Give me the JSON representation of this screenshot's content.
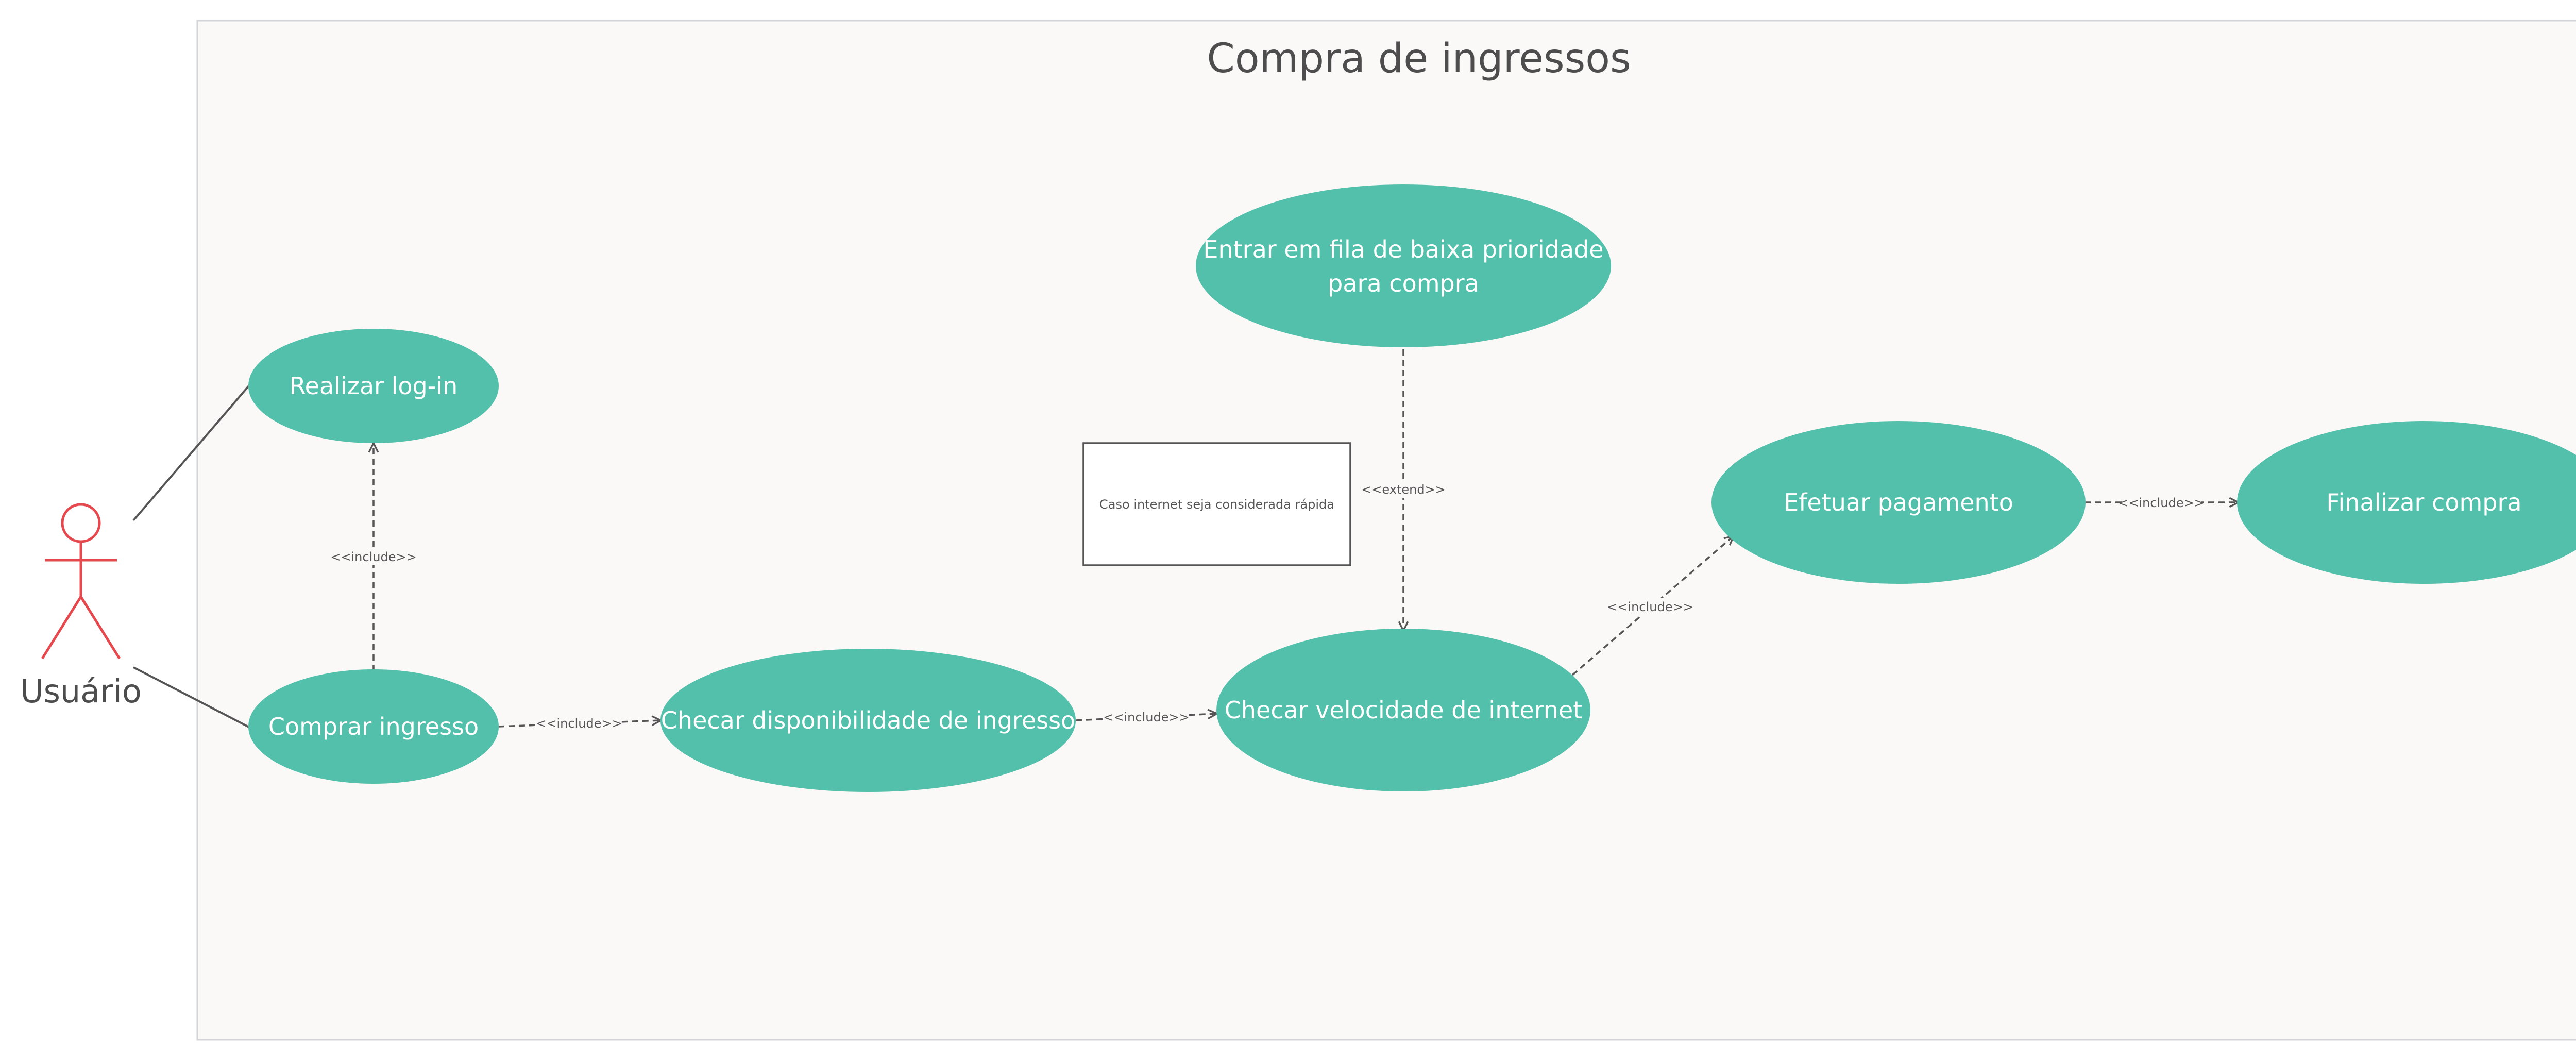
{
  "diagram": {
    "title": "Compra de ingressos",
    "actor": {
      "label": "Usuário"
    },
    "use_cases": [
      {
        "id": "login",
        "lines": [
          "Realizar log-in"
        ]
      },
      {
        "id": "comprar",
        "lines": [
          "Comprar ingresso"
        ]
      },
      {
        "id": "checar-disp",
        "lines": [
          "Checar disponibilidade de ingresso"
        ]
      },
      {
        "id": "checar-vel",
        "lines": [
          "Checar velocidade de internet"
        ]
      },
      {
        "id": "fila",
        "lines": [
          "Entrar em fila de baixa prioridade",
          "para compra"
        ]
      },
      {
        "id": "pagamento",
        "lines": [
          "Efetuar pagamento"
        ]
      },
      {
        "id": "finalizar",
        "lines": [
          "Finalizar compra"
        ]
      }
    ],
    "relations": [
      {
        "from": "comprar",
        "to": "login",
        "label": "<<include>>"
      },
      {
        "from": "comprar",
        "to": "checar-disp",
        "label": "<<include>>"
      },
      {
        "from": "checar-disp",
        "to": "checar-vel",
        "label": "<<include>>"
      },
      {
        "from": "fila",
        "to": "checar-vel",
        "label": "<<extend>>"
      },
      {
        "from": "checar-vel",
        "to": "pagamento",
        "label": "<<include>>"
      },
      {
        "from": "pagamento",
        "to": "finalizar",
        "label": "<<include>>"
      }
    ],
    "note": {
      "text": "Caso internet seja considerada rápida"
    }
  }
}
